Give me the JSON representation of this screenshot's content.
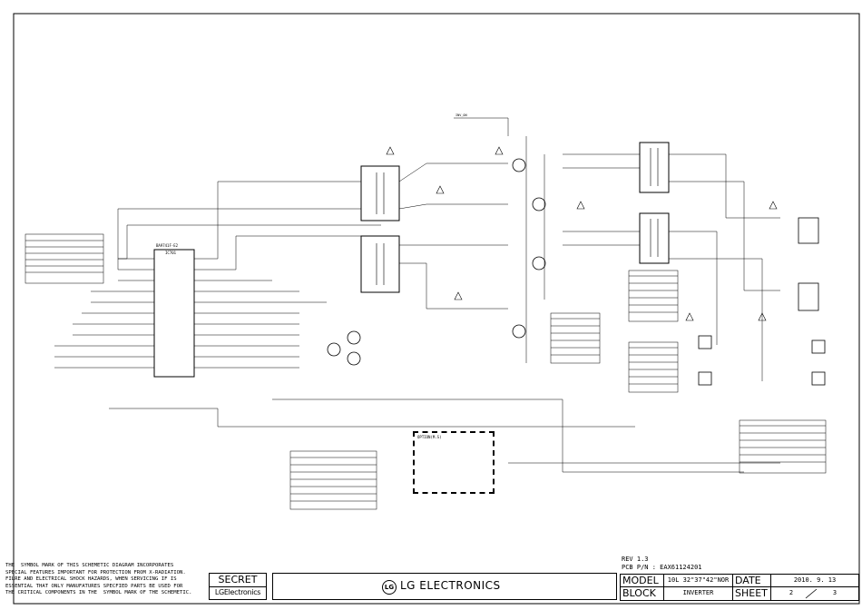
{
  "schematic": {
    "ic_name": "BA9741F-E2",
    "ic_ref": "IC701",
    "option_block_label": "OPTION(M.S)",
    "net_label_inv_on": "INV_ON"
  },
  "notice": {
    "line1": "THE  SYMBOL MARK OF THIS SCHEMETIC DIAGRAM INCORPORATES",
    "line2": "SPECIAL FEATURES IMPORTANT FOR PROTECTION FROM X-RADIATION.",
    "line3": "FILRE AND ELECTRICAL SHOCK HAZARDS, WHEN SERVICING IF IS",
    "line4": "ESSENTIAL THAT ONLY MANUFATURES SPECFIED PARTS BE USED FOR",
    "line5": "THE CRITICAL COMPONENTS IN THE  SYMBOL MARK OF THE SCHEMETIC."
  },
  "secret": "SECRET",
  "lg_small": "LGElectronics",
  "logo_text": "LG ELECTRONICS",
  "logo_mark": "LG",
  "rev": "REV 1.3",
  "pcb": "PCB P/N : EAX61124201",
  "title_block": {
    "model_label": "MODEL",
    "model_value": "10L 32\"37\"42\"NOR",
    "date_label": "DATE",
    "date_value": "2010. 9. 13",
    "block_label": "BLOCK",
    "block_value": "INVERTER",
    "sheet_label": "SHEET",
    "sheet_value": "2",
    "sheet_total": "3"
  }
}
